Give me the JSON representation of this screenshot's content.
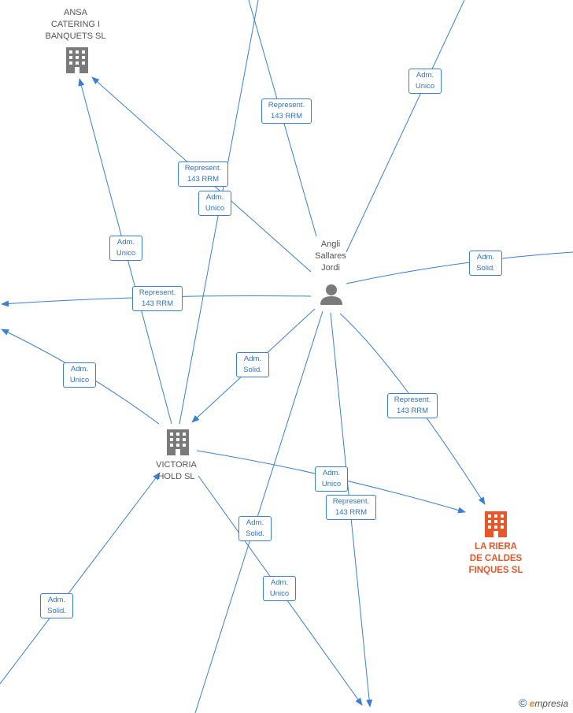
{
  "colors": {
    "edge": "#3a7fd5",
    "company": "#7a7a7a",
    "focus_company": "#e8562a",
    "person": "#7a7a7a"
  },
  "nodes": [
    {
      "id": "ansa",
      "type": "company",
      "icon": "building-icon",
      "lines": [
        "ANSA",
        "CATERING I",
        "BANQUETS  SL"
      ]
    },
    {
      "id": "angli",
      "type": "person",
      "icon": "person-icon",
      "lines": [
        "Angli",
        "Sallares",
        "Jordi"
      ]
    },
    {
      "id": "victoria",
      "type": "company",
      "icon": "building-icon",
      "lines": [
        "VICTORIA",
        "HOLD  SL"
      ]
    },
    {
      "id": "riera",
      "type": "focus-company",
      "icon": "building-icon",
      "lines": [
        "LA RIERA",
        "DE CALDES",
        "FINQUES  SL"
      ]
    }
  ],
  "edge_labels": [
    {
      "id": "l1",
      "lines": [
        "Adm.",
        "Unico"
      ]
    },
    {
      "id": "l2",
      "lines": [
        "Represent.",
        "143 RRM"
      ]
    },
    {
      "id": "l3",
      "lines": [
        "Represent.",
        "143 RRM"
      ]
    },
    {
      "id": "l4",
      "lines": [
        "Adm.",
        "Unico"
      ]
    },
    {
      "id": "l5",
      "lines": [
        "Adm.",
        "Unico"
      ]
    },
    {
      "id": "l6",
      "lines": [
        "Adm.",
        "Solid."
      ]
    },
    {
      "id": "l7",
      "lines": [
        "Represent.",
        "143 RRM"
      ]
    },
    {
      "id": "l8",
      "lines": [
        "Adm.",
        "Solid."
      ]
    },
    {
      "id": "l9",
      "lines": [
        "Adm.",
        "Unico"
      ]
    },
    {
      "id": "l10",
      "lines": [
        "Represent.",
        "143 RRM"
      ]
    },
    {
      "id": "l11",
      "lines": [
        "Adm.",
        "Unico"
      ]
    },
    {
      "id": "l12",
      "lines": [
        "Represent.",
        "143 RRM"
      ]
    },
    {
      "id": "l13",
      "lines": [
        "Adm.",
        "Solid."
      ]
    },
    {
      "id": "l14",
      "lines": [
        "Adm.",
        "Unico"
      ]
    },
    {
      "id": "l15",
      "lines": [
        "Adm.",
        "Solid."
      ]
    }
  ],
  "brand": {
    "symbol": "©",
    "initial": "e",
    "rest": "mpresia"
  }
}
